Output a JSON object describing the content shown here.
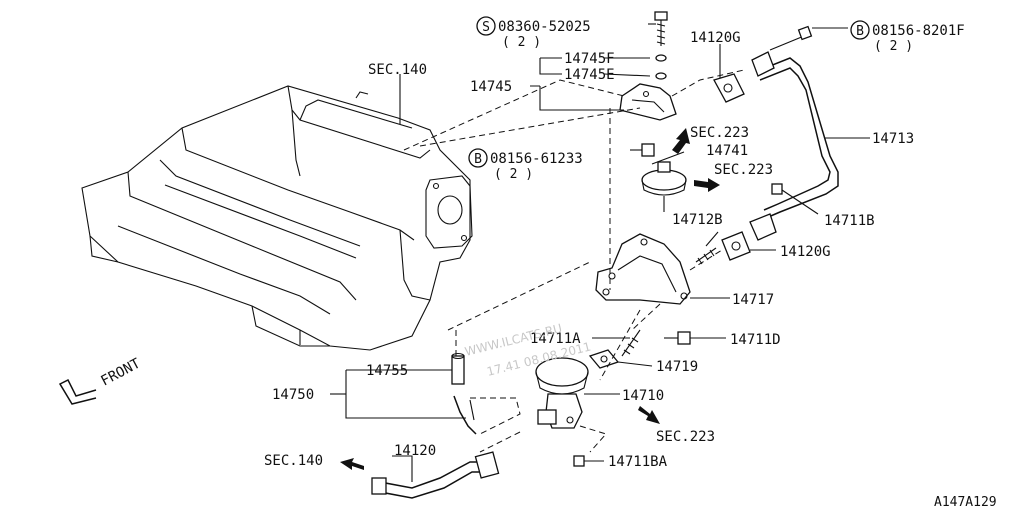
{
  "labels": {
    "sec140_top": "SEC.140",
    "s_prefix": "S",
    "bolt_s_part": "08360-52025",
    "bolt_s_qty": "( 2 )",
    "b_prefix": "B",
    "bolt_b_top_part": "08156-8201F",
    "bolt_b_top_qty": "( 2 )",
    "p14120G_top": "14120G",
    "p14745F": "14745F",
    "p14745E": "14745E",
    "p14745": "14745",
    "p14713": "14713",
    "sec223_a": "SEC.223",
    "p14741": "14741",
    "sec223_b": "SEC.223",
    "bolt_b_mid_part": "08156-61233",
    "bolt_b_mid_qty": "( 2 )",
    "p14712B": "14712B",
    "p14711B": "14711B",
    "p14120G_mid": "14120G",
    "p14717": "14717",
    "p14711A": "14711A",
    "p14711D": "14711D",
    "p14719": "14719",
    "p14755": "14755",
    "p14750": "14750",
    "p14710": "14710",
    "sec223_c": "SEC.223",
    "p14120": "14120",
    "sec140_bottom": "SEC.140",
    "p14711BA": "14711BA",
    "front": "FRONT",
    "diagram_code": "A147A129"
  },
  "watermark": {
    "line1": "WWW.ILCATS.RU",
    "line2": "17.41 08.08.2011"
  }
}
